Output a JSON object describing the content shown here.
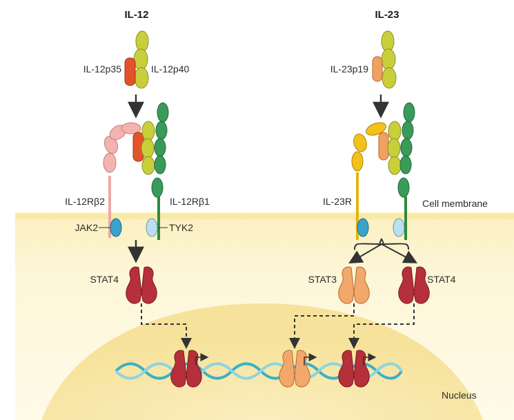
{
  "il12": {
    "title": "IL-12",
    "p35": "IL-12p35",
    "p40": "IL-12p40",
    "receptor_b2": "IL-12Rβ2",
    "receptor_b1": "IL-12Rβ1",
    "jak": "JAK2",
    "tyk": "TYK2",
    "stat": "STAT4"
  },
  "il23": {
    "title": "IL-23",
    "p19": "IL-23p19",
    "receptor": "IL-23R",
    "stat_left": "STAT3",
    "stat_right": "STAT4"
  },
  "regions": {
    "membrane": "Cell membrane",
    "nucleus": "Nucleus"
  },
  "colors": {
    "p40": "#c9cf3a",
    "p35": "#e2532a",
    "p19": "#f0a060",
    "r_b2": "#f3b3b0",
    "r_b1": "#3a9a5a",
    "il23r": "#f2c21a",
    "stat4": "#b5303a",
    "stat3": "#f2a86a",
    "jak": "#3aa3c8",
    "tyk": "#bcdff0",
    "membrane": "#fbf3cc",
    "nucleus": "#f8e6a6",
    "dna": "#3ab0c8"
  },
  "icons": [
    "arrow-down-icon",
    "dashed-arrow-icon",
    "transcription-start-icon",
    "brace-icon"
  ]
}
